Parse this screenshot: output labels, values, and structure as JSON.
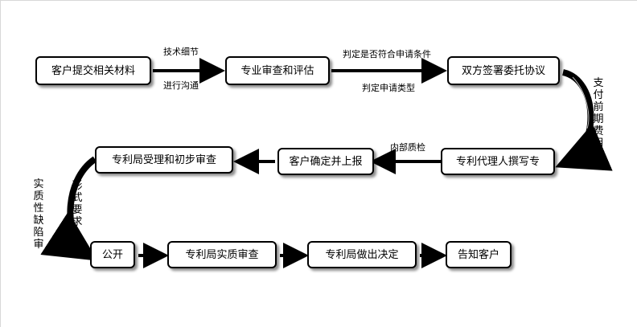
{
  "nodes": {
    "submit_materials": "客户提交相关材料",
    "review_evaluate": "专业审查和评估",
    "sign_agreement": "双方签署委托协议",
    "agent_writes": "专利代理人撰写专",
    "client_confirms": "客户确定并上报",
    "office_accepts": "专利局受理和初步审查",
    "publish": "公开",
    "substantive_exam": "专利局实质审查",
    "office_decision": "专利局做出决定",
    "notify_client": "告知客户"
  },
  "edges": {
    "tech_details": "技术细节",
    "communicate": "进行沟通",
    "judge_conditions": "判定是否符合申请条件",
    "judge_type": "判定申请类型",
    "pay_fees": "支付前期费用",
    "internal_qc": "内部质检",
    "formal_requirements": "形式要求",
    "substantive_defect": "实质性缺陷审"
  },
  "colors": {
    "stroke": "#000000",
    "fill": "#ffffff"
  }
}
